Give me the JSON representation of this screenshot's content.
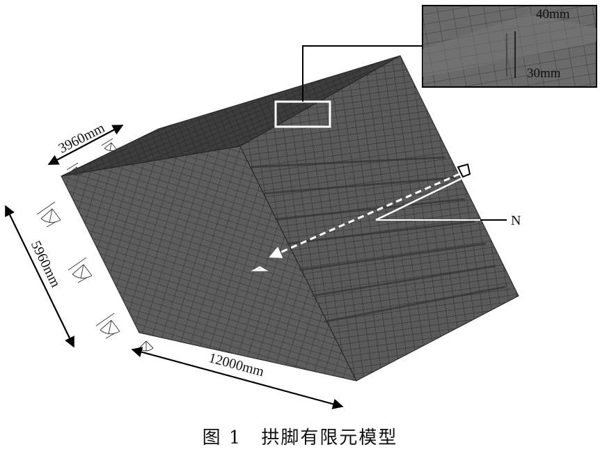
{
  "figure": {
    "dimension_width": "3960mm",
    "dimension_height": "5960mm",
    "dimension_length": "12000mm",
    "inset_label_top": "40mm",
    "inset_label_bottom": "30mm",
    "normal_label": "N"
  },
  "caption": {
    "number": "图 1",
    "title": "拱脚有限元模型"
  },
  "colors": {
    "mesh_face": "#5a5a5a",
    "mesh_line": "#2a2a2a",
    "top_face": "#3c3c3c",
    "highlight": "#ffffff"
  }
}
